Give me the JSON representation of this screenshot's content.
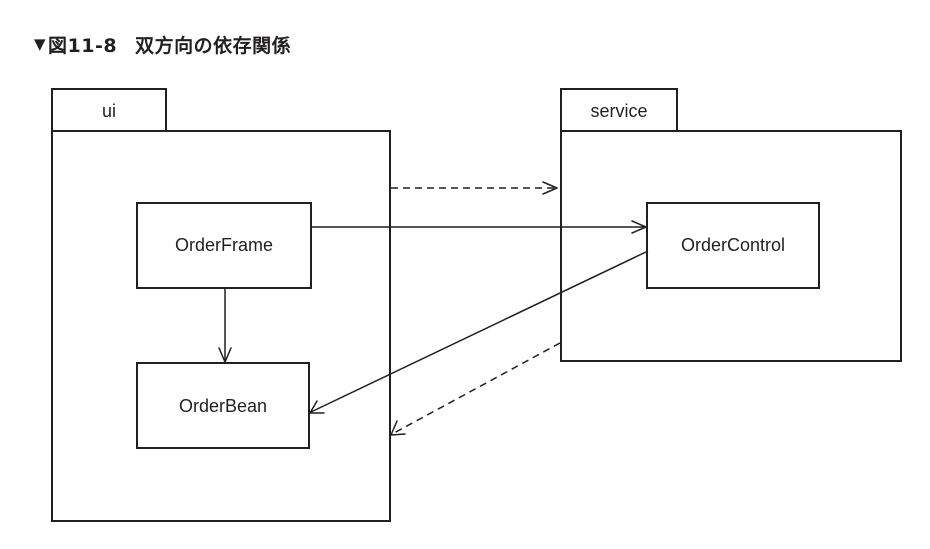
{
  "figure": {
    "marker": "▼",
    "number": "図11-8",
    "title": "双方向の依存関係"
  },
  "packages": {
    "ui": {
      "name": "ui"
    },
    "service": {
      "name": "service"
    }
  },
  "classes": {
    "order_frame": "OrderFrame",
    "order_bean": "OrderBean",
    "order_control": "OrderControl"
  },
  "dependencies": [
    {
      "from": "ui",
      "to": "service",
      "style": "dashed"
    },
    {
      "from": "service",
      "to": "ui",
      "style": "dashed"
    },
    {
      "from": "OrderFrame",
      "to": "OrderControl",
      "style": "solid"
    },
    {
      "from": "OrderFrame",
      "to": "OrderBean",
      "style": "solid"
    },
    {
      "from": "OrderControl",
      "to": "OrderBean",
      "style": "solid"
    }
  ]
}
